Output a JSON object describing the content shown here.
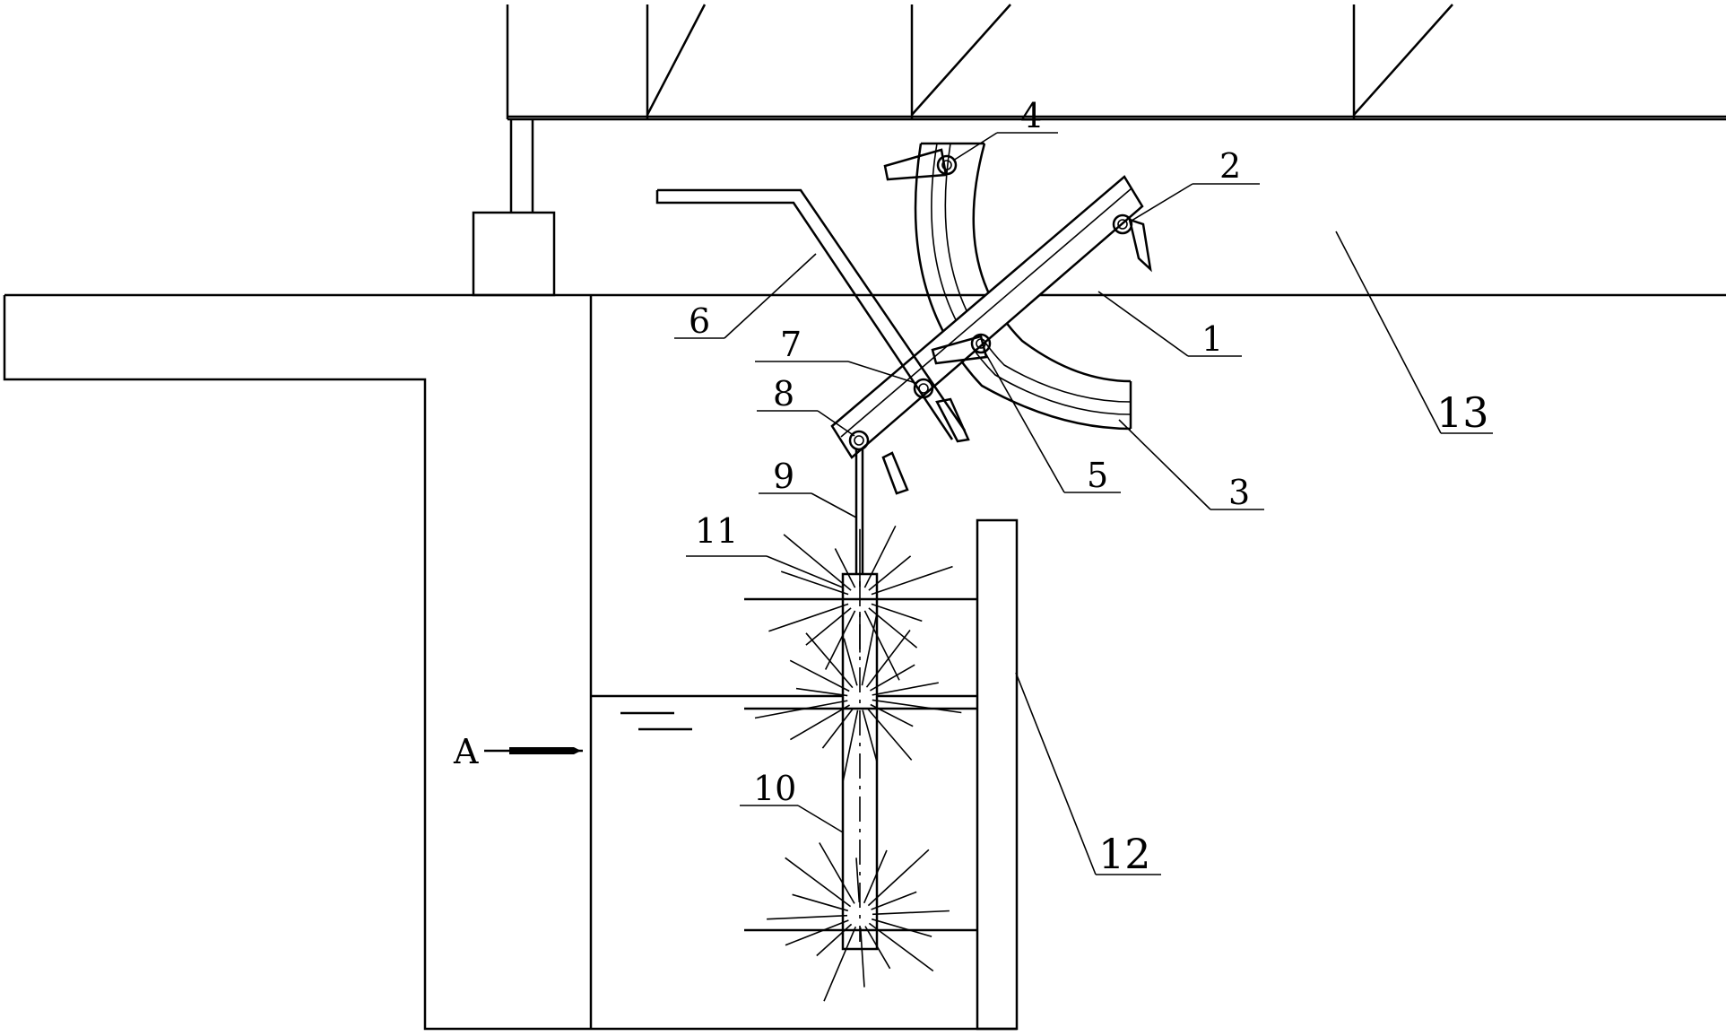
{
  "labels": {
    "l1": "1",
    "l2": "2",
    "l3": "3",
    "l4": "4",
    "l5": "5",
    "l6": "6",
    "l7": "7",
    "l8": "8",
    "l9": "9",
    "l10": "10",
    "l11": "11",
    "l12": "12",
    "l13": "13"
  },
  "section_marker": "A"
}
